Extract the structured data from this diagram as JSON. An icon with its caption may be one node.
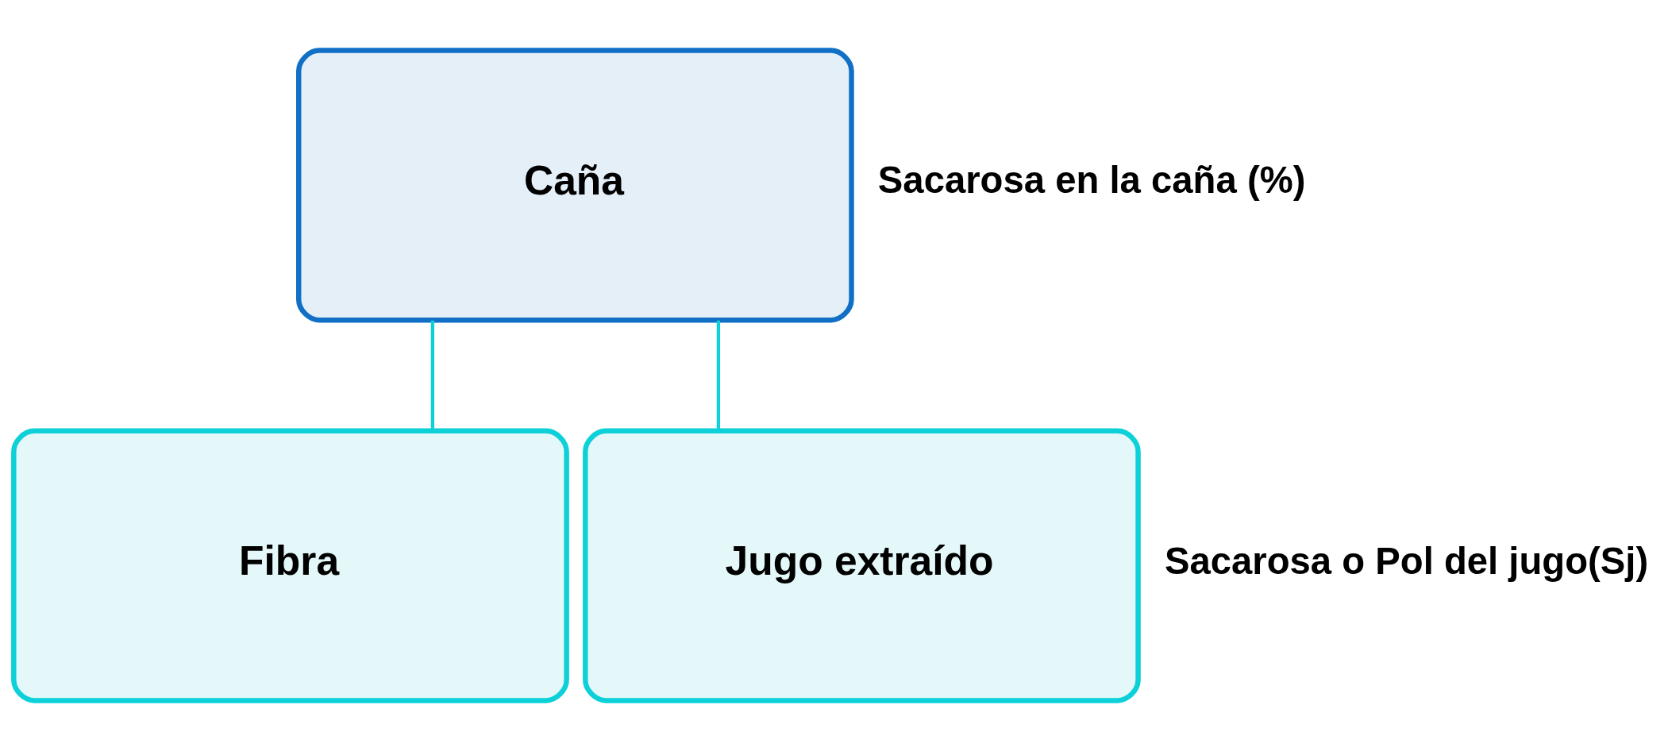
{
  "diagram": {
    "nodes": [
      {
        "text": [
          "Caña"
        ],
        "beside": [
          "Sacarosa en la caña (%)"
        ]
      },
      {
        "text": [
          "Fibra"
        ]
      },
      {
        "text": [
          "Jugo extraído"
        ],
        "beside": [
          "Sacarosa o Pol del jugo(Sj)"
        ]
      }
    ],
    "edges": [
      {
        "from": 0,
        "to": 1,
        "arrow": "none"
      },
      {
        "from": 0,
        "to": 2,
        "arrow": "none"
      }
    ]
  }
}
